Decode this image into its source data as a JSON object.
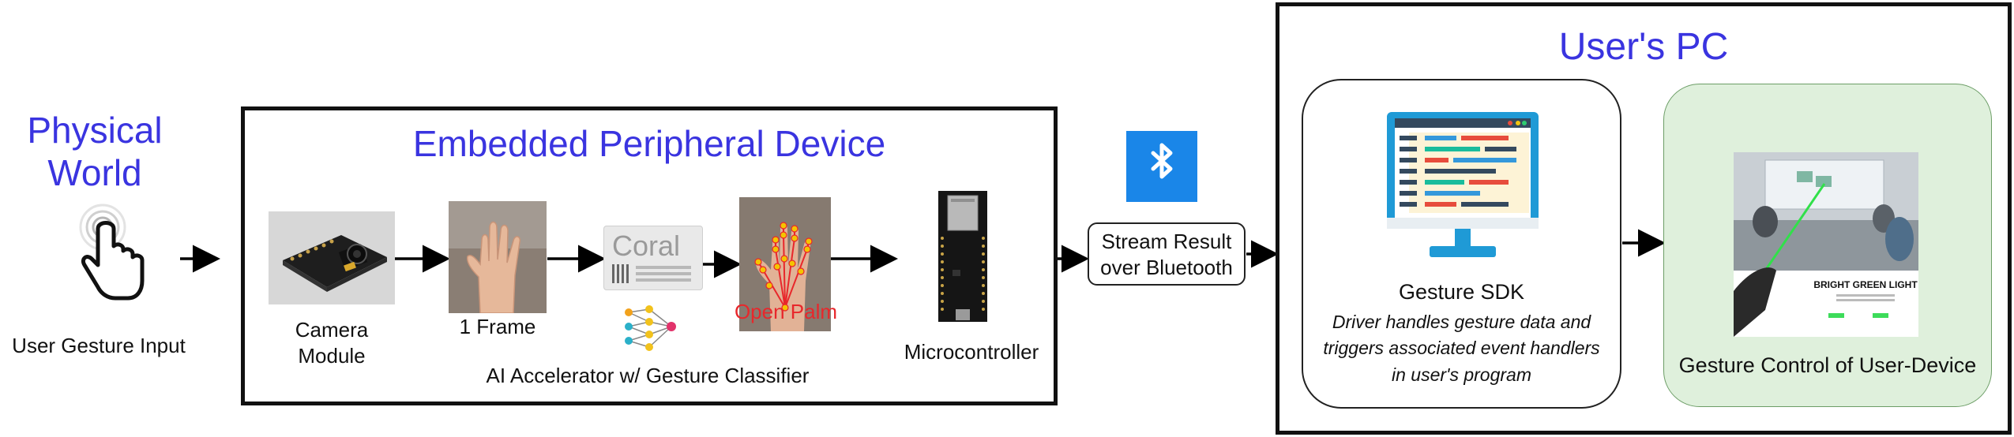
{
  "physical": {
    "title_line1": "Physical",
    "title_line2": "World",
    "label": "User Gesture Input"
  },
  "embedded": {
    "title": "Embedded Peripheral Device",
    "camera_label_line1": "Camera",
    "camera_label_line2": "Module",
    "frame_label": "1 Frame",
    "coral_text": "Coral",
    "open_palm_label": "Open Palm",
    "accelerator_label": "AI Accelerator w/ Gesture Classifier",
    "mcu_label": "Microcontroller"
  },
  "stream": {
    "label_line1": "Stream Result",
    "label_line2": "over Bluetooth"
  },
  "pc": {
    "title": "User's PC",
    "sdk_title": "Gesture SDK",
    "sdk_desc_line1": "Driver handles gesture data and",
    "sdk_desc_line2": "triggers associated event handlers",
    "sdk_desc_line3": "in user's program",
    "control_label": "Gesture Control of User-Device",
    "photo_banner": "BRIGHT GREEN LIGHT"
  },
  "colors": {
    "title_blue": "#3a34e0",
    "bluetooth_blue": "#1a86e8",
    "open_palm_red": "#e8272b",
    "control_green": "#dff0dc"
  }
}
